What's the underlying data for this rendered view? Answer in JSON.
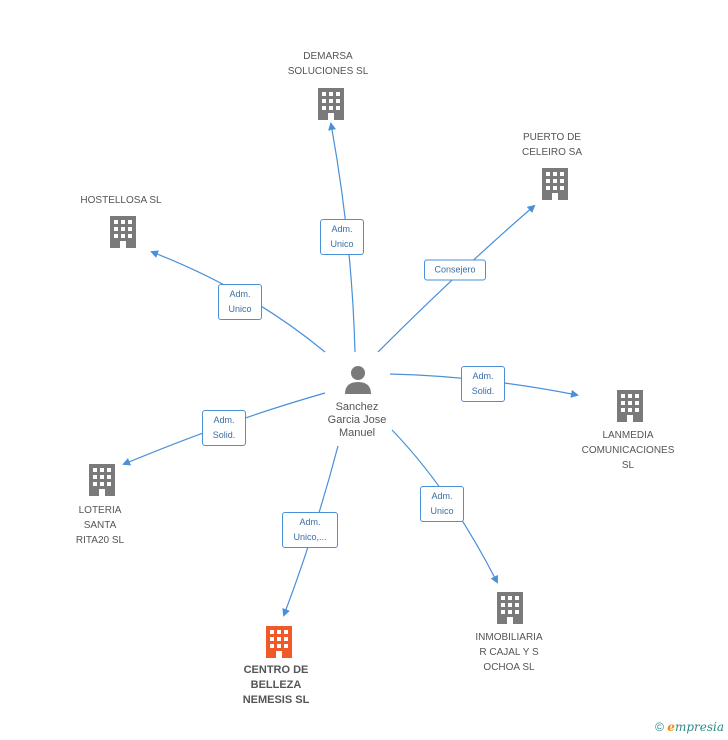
{
  "center": {
    "name": "Sanchez\nGarcia Jose\nManuel",
    "icon": "person-icon"
  },
  "nodes": [
    {
      "key": "demarsa",
      "label": "DEMARSA\nSOLUCIONES SL",
      "icon": "building-icon",
      "color": "#7a7a7a"
    },
    {
      "key": "puerto",
      "label": "PUERTO DE\nCELEIRO SA",
      "icon": "building-icon",
      "color": "#7a7a7a"
    },
    {
      "key": "hostellosa",
      "label": "HOSTELLOSA SL",
      "icon": "building-icon",
      "color": "#7a7a7a"
    },
    {
      "key": "lanmedia",
      "label": "LANMEDIA\nCOMUNICACIONES SL",
      "icon": "building-icon",
      "color": "#7a7a7a"
    },
    {
      "key": "loteria",
      "label": "LOTERIA\nSANTA\nRITA20 SL",
      "icon": "building-icon",
      "color": "#7a7a7a"
    },
    {
      "key": "inmobiliaria",
      "label": "INMOBILIARIA\nR CAJAL Y S\nOCHOA SL",
      "icon": "building-icon",
      "color": "#7a7a7a"
    },
    {
      "key": "centro",
      "label": "CENTRO DE\nBELLEZA\nNEMESIS SL",
      "icon": "building-icon",
      "color": "#f05a28"
    }
  ],
  "relations": [
    {
      "to": "demarsa",
      "label": "Adm.\nUnico"
    },
    {
      "to": "puerto",
      "label": "Consejero"
    },
    {
      "to": "hostellosa",
      "label": "Adm.\nUnico"
    },
    {
      "to": "lanmedia",
      "label": "Adm.\nSolid."
    },
    {
      "to": "loteria",
      "label": "Adm.\nSolid."
    },
    {
      "to": "inmobiliaria",
      "label": "Adm.\nUnico"
    },
    {
      "to": "centro",
      "label": "Adm.\nUnico,..."
    }
  ],
  "colors": {
    "edge": "#4a90d9",
    "building": "#7a7a7a",
    "highlight": "#f05a28"
  },
  "footer": {
    "copyright": "©",
    "brand_e": "e",
    "brand_rest": "mpresia"
  }
}
